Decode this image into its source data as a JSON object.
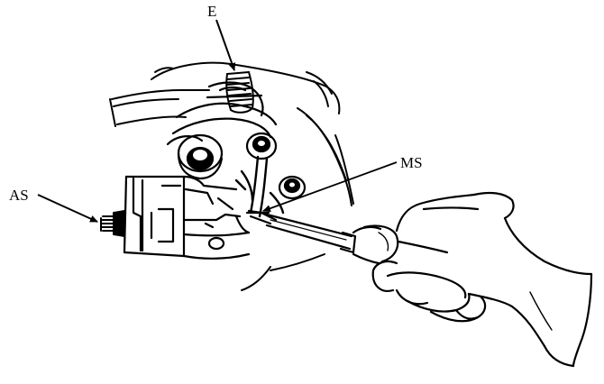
{
  "callouts": {
    "E": "E",
    "MS": "MS",
    "AS": "AS"
  },
  "colors": {
    "ink": "#000000",
    "paper": "#ffffff"
  }
}
